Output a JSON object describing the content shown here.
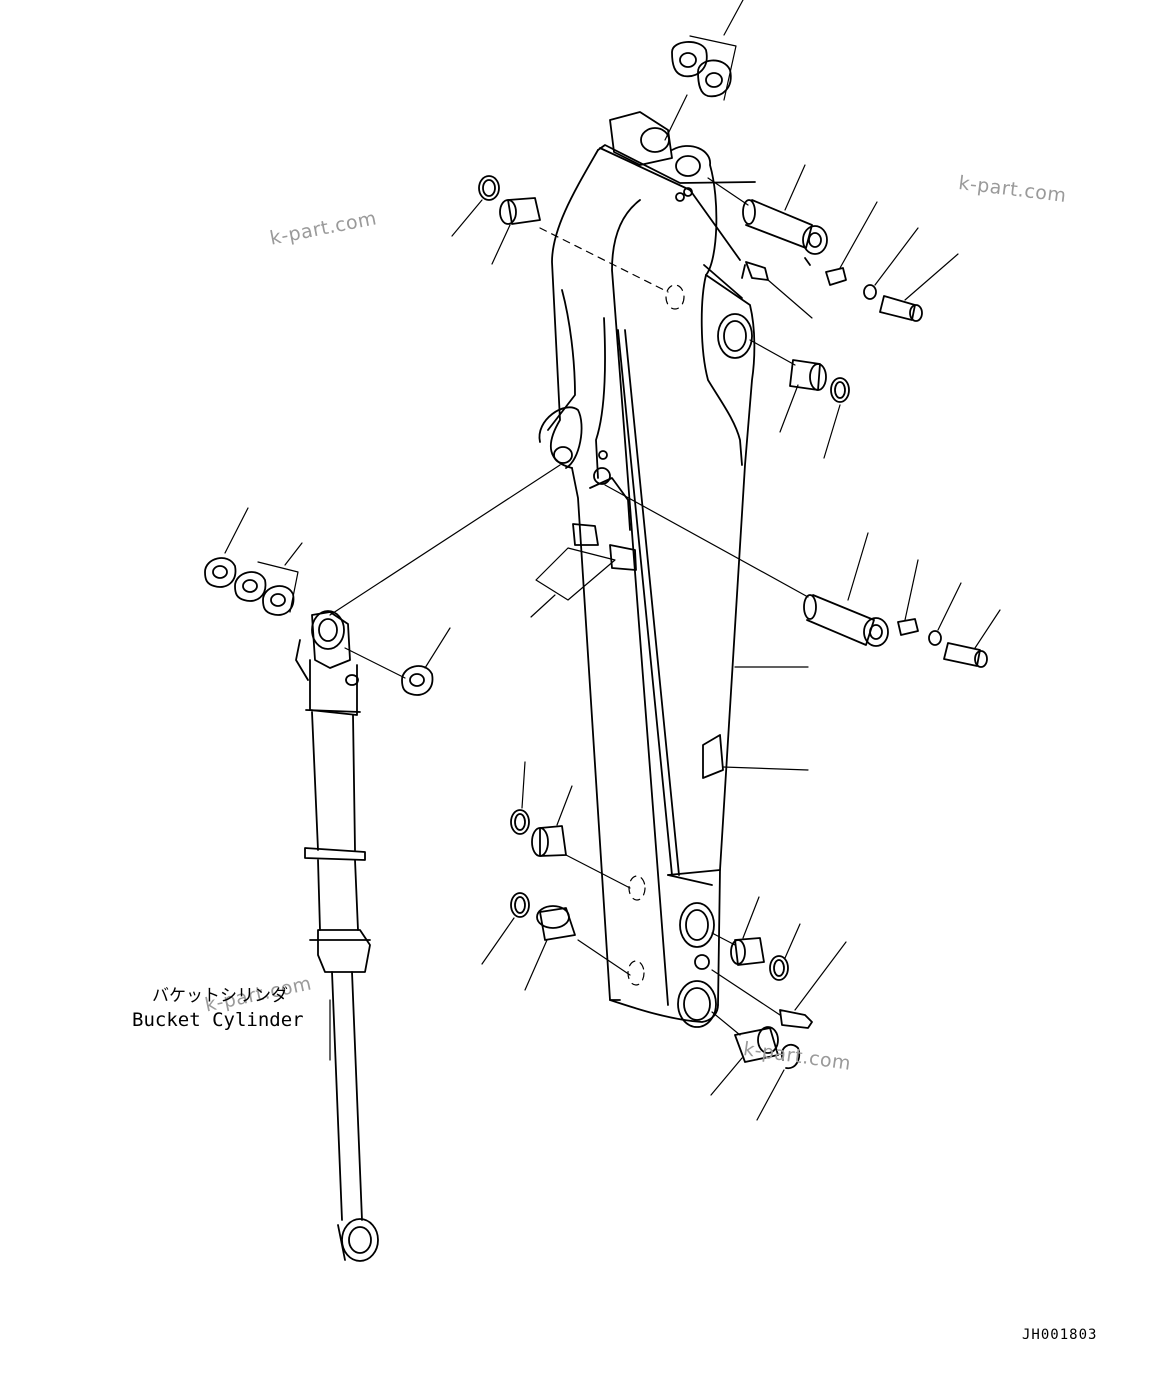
{
  "watermarks": [
    "k-part.com",
    "k-part.com",
    "k-part.com",
    "k-part.com"
  ],
  "cylinder_label": {
    "japanese": "バケットシリンダ",
    "english": "Bucket Cylinder"
  },
  "drawing_code": "JH001803",
  "icons": [
    "arm-icon",
    "bucket-cylinder-icon",
    "pin-icon",
    "bushing-icon",
    "seal-ring-icon",
    "shim-icon",
    "bolt-icon",
    "grease-fitting-icon",
    "plate-icon",
    "snap-ring-icon"
  ],
  "colors": {
    "line": "#000000",
    "watermark": "#9a9a9a",
    "background": "#ffffff"
  }
}
